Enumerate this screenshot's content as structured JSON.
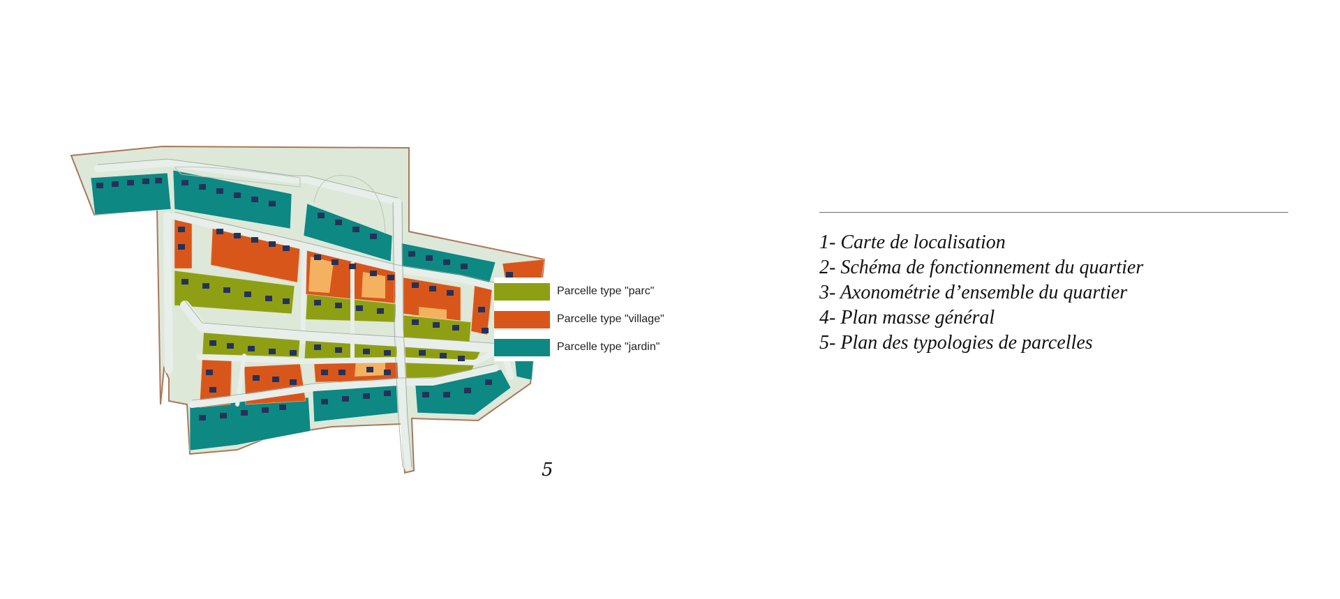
{
  "map": {
    "legend": [
      {
        "label": "Parcelle type \"parc\"",
        "color": "#8f9f14"
      },
      {
        "label": "Parcelle type \"village\"",
        "color": "#d9561b"
      },
      {
        "label": "Parcelle type \"jardin\"",
        "color": "#0e8883"
      }
    ],
    "colors": {
      "site": "#dde8d8",
      "road": "#e8eeea",
      "road_edge": "#9aa39c",
      "boundary": "#a9775a",
      "building": "#24325a",
      "highlight": "#f4b261"
    }
  },
  "page_number": "5",
  "contents": [
    "1- Carte de localisation",
    "2- Schéma de fonctionnement du quartier",
    "3- Axonométrie d’ensemble du quartier",
    "4- Plan masse général",
    "5- Plan des typologies de parcelles"
  ]
}
